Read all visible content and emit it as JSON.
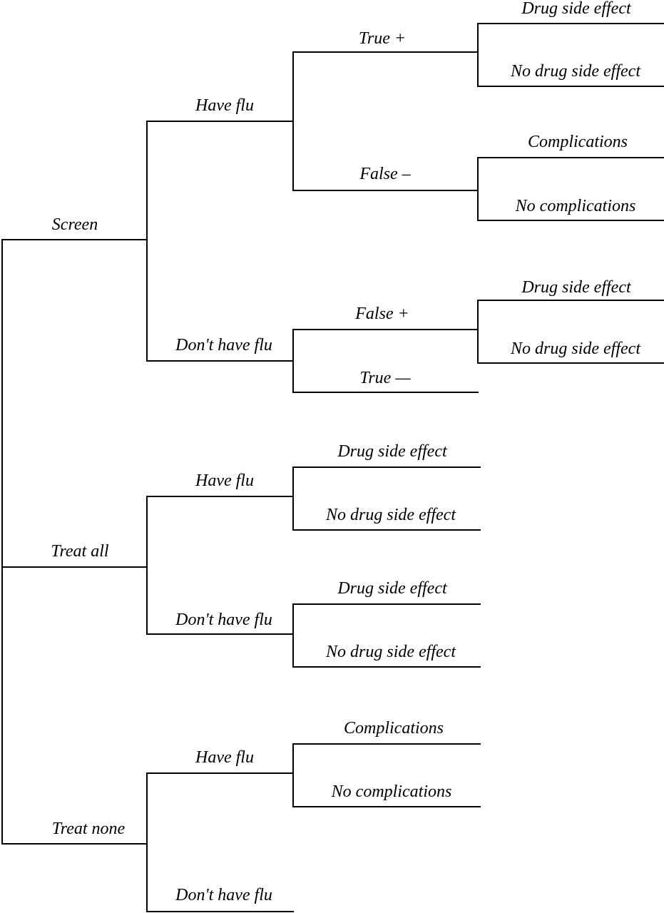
{
  "tree": {
    "children": [
      {
        "label": "Screen",
        "children": [
          {
            "label": "Have flu",
            "children": [
              {
                "label": "True +",
                "children": [
                  {
                    "label": "Drug side effect"
                  },
                  {
                    "label": "No drug side effect"
                  }
                ]
              },
              {
                "label": "False –",
                "children": [
                  {
                    "label": "Complications"
                  },
                  {
                    "label": "No complications"
                  }
                ]
              }
            ]
          },
          {
            "label": "Don't have flu",
            "children": [
              {
                "label": "False +",
                "children": [
                  {
                    "label": "Drug side effect"
                  },
                  {
                    "label": "No drug side effect"
                  }
                ]
              },
              {
                "label": "True —"
              }
            ]
          }
        ]
      },
      {
        "label": "Treat all",
        "children": [
          {
            "label": "Have flu",
            "children": [
              {
                "label": "Drug side effect"
              },
              {
                "label": "No drug side effect"
              }
            ]
          },
          {
            "label": "Don't have flu",
            "children": [
              {
                "label": "Drug side effect"
              },
              {
                "label": "No drug side effect"
              }
            ]
          }
        ]
      },
      {
        "label": "Treat none",
        "children": [
          {
            "label": "Have flu",
            "children": [
              {
                "label": "Complications"
              },
              {
                "label": "No complications"
              }
            ]
          },
          {
            "label": "Don't have flu"
          }
        ]
      }
    ]
  }
}
